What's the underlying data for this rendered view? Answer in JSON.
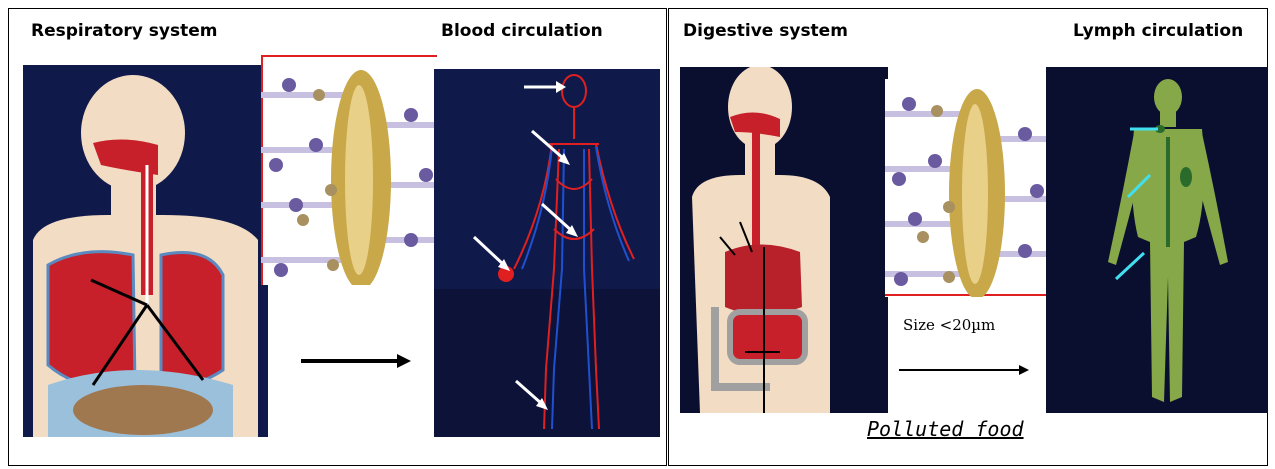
{
  "left_panel": {
    "respiratory_label": "Respiratory system",
    "blood_label": "Blood circulation"
  },
  "right_panel": {
    "digestive_label": "Digestive system",
    "lymph_label": "Lymph circulation",
    "size_note": "Size <20µm",
    "caption": "Polluted food"
  },
  "colors": {
    "night_background": "#101a4a",
    "skin": "#f2dcc4",
    "lungs": "#c8202a",
    "vessels_red": "#e02020",
    "vessels_blue": "#2050d0",
    "lymph_green": "#86a848",
    "particle": "#6a5aa0",
    "particle_small": "#a89060",
    "filter_gold": "#c8a848"
  }
}
